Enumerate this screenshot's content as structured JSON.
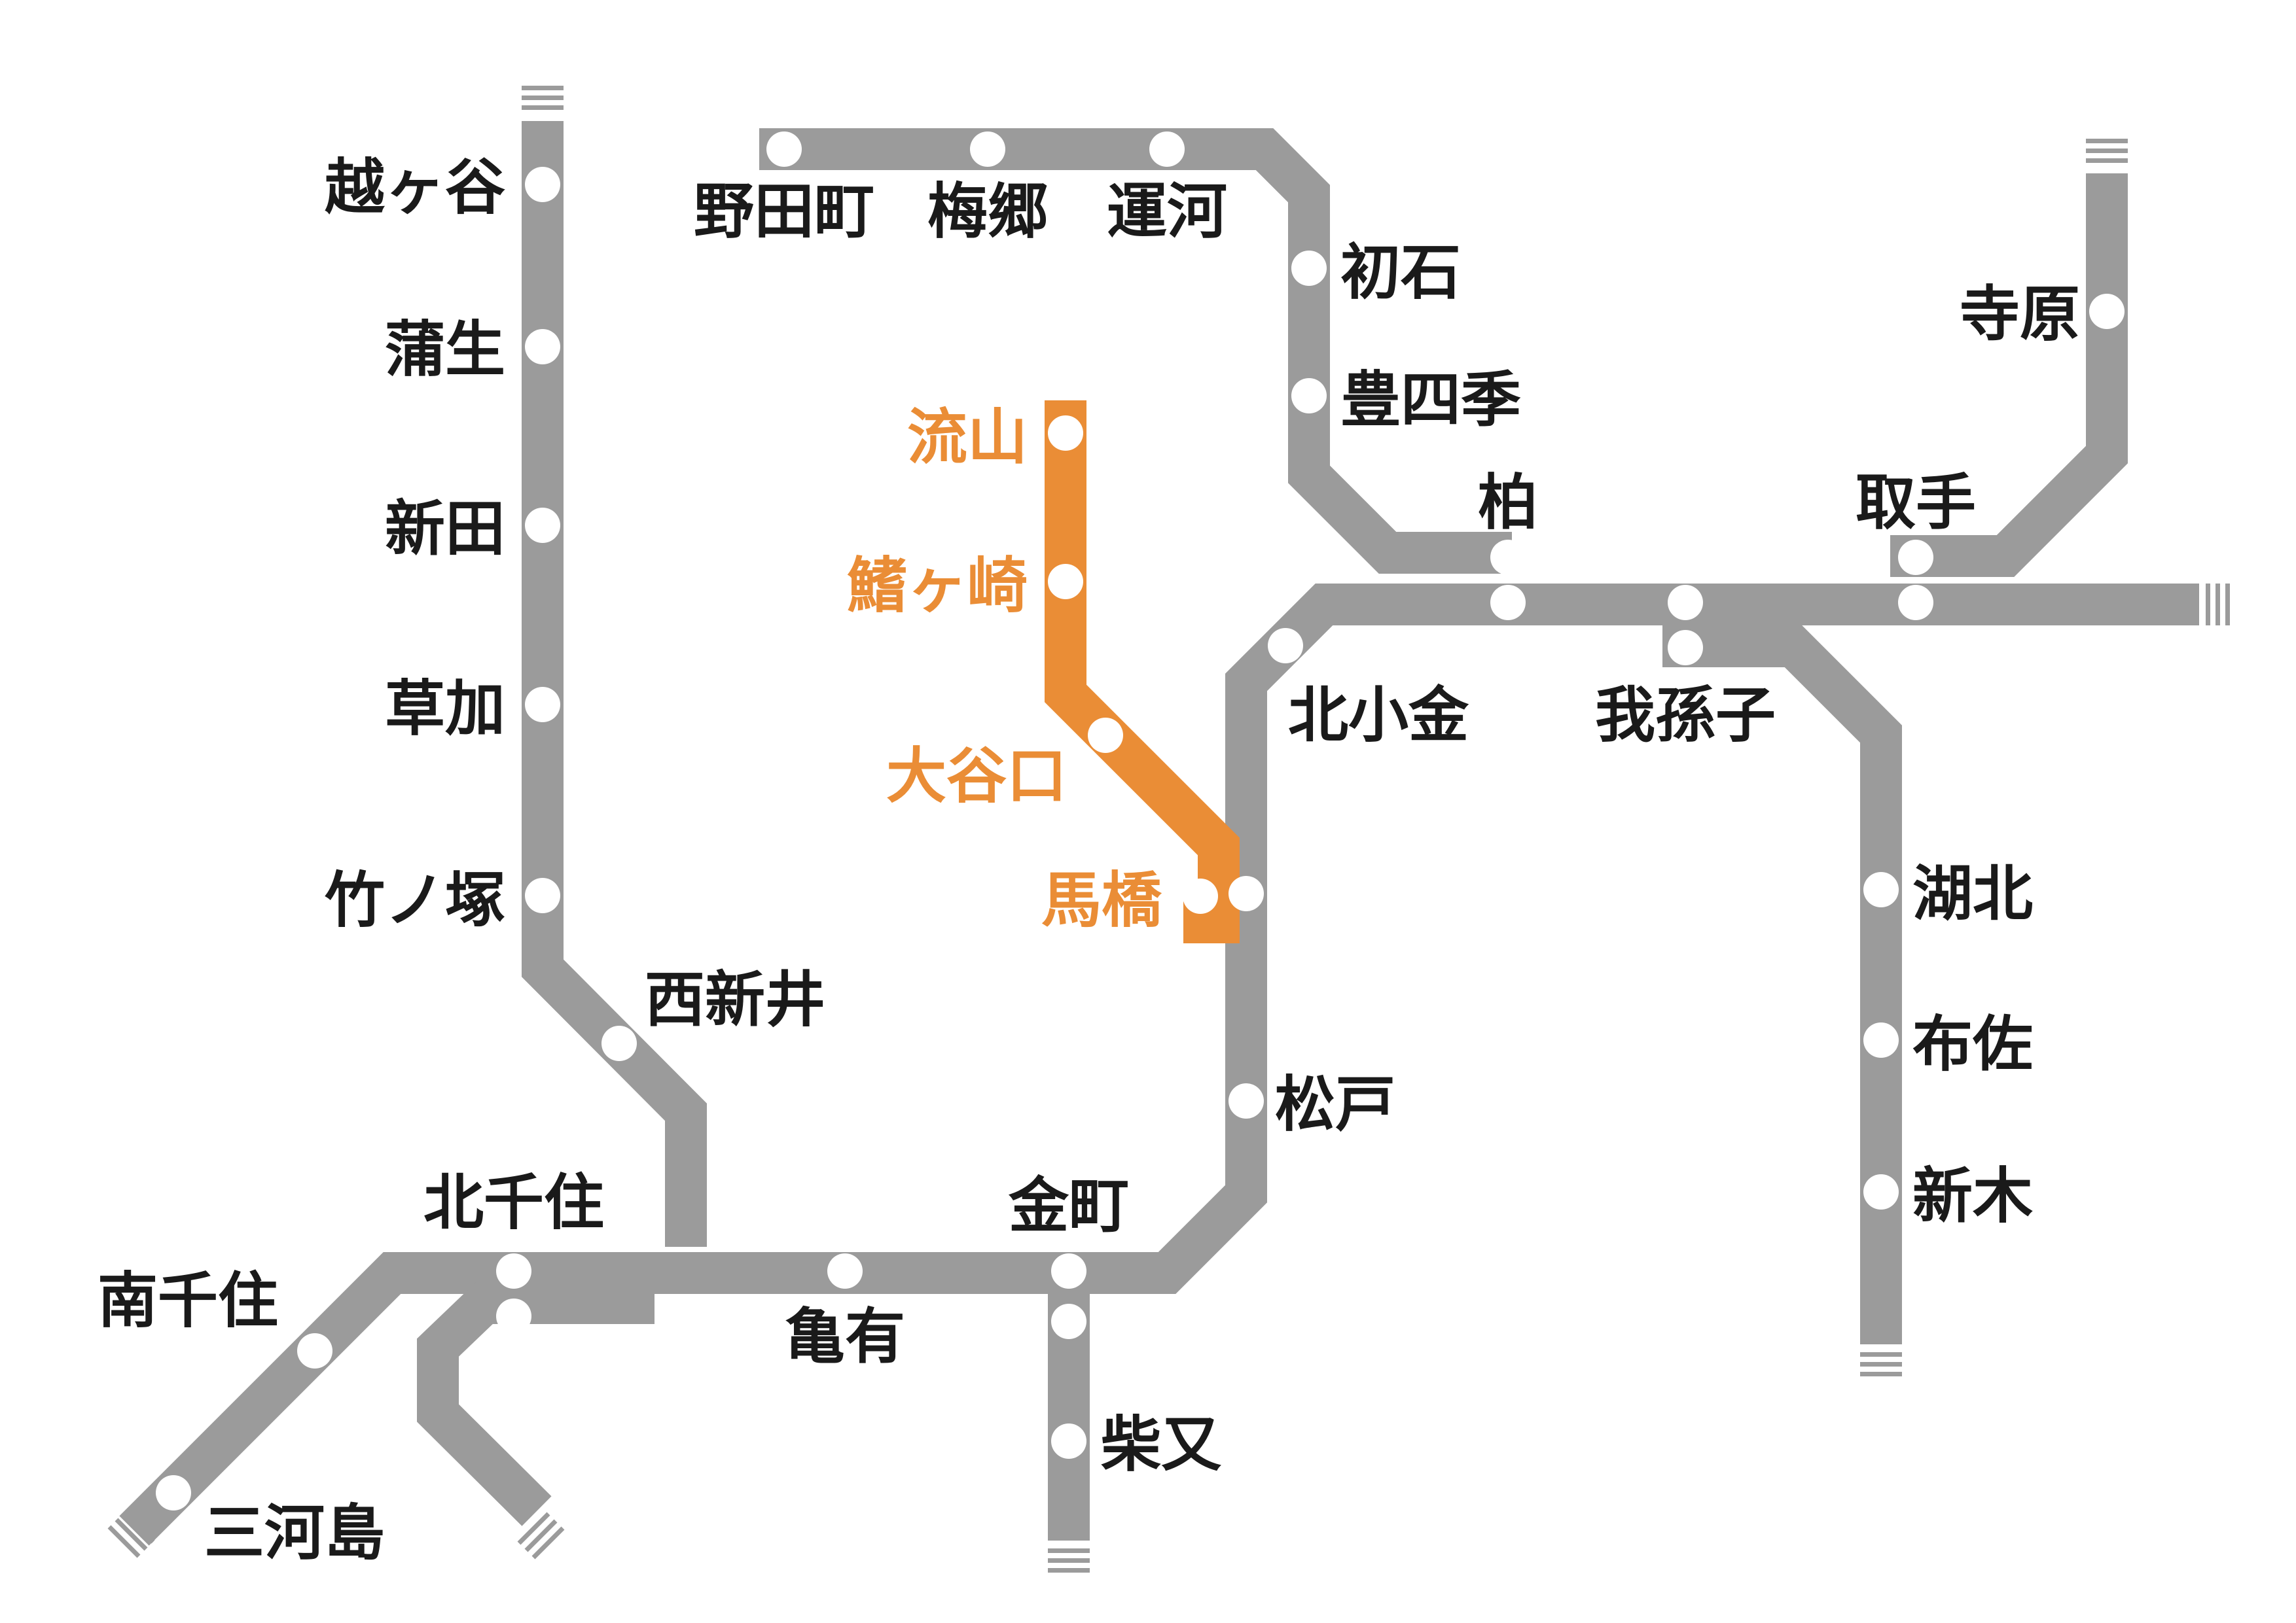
{
  "colors": {
    "background": "#ffffff",
    "line_gray": "#9b9b9b",
    "highlight_line": "#ea8d36",
    "station_dot": "#ffffff",
    "label_text": "#1a1a1a",
    "highlight_text": "#ea8d36"
  },
  "highlight_line": {
    "stations": [
      "流山",
      "鰭ヶ崎",
      "大谷口",
      "馬橋"
    ]
  },
  "stations": {
    "koshigaya": "越ヶ谷",
    "gamo": "蒲生",
    "shinden": "新田",
    "soka": "草加",
    "takenotsuka": "竹ノ塚",
    "nishiarai": "西新井",
    "kitasenju": "北千住",
    "minamisenju": "南千住",
    "mikawashima": "三河島",
    "kameari": "亀有",
    "kanamachi": "金町",
    "shibamata": "柴又",
    "matsudo": "松戸",
    "kitakogane": "北小金",
    "abiko": "我孫子",
    "kashiwa": "柏",
    "toride": "取手",
    "terahara": "寺原",
    "kohoku": "湖北",
    "fusa": "布佐",
    "araki": "新木",
    "nodamachi": "野田町",
    "umesato": "梅郷",
    "unga": "運河",
    "hatsuishi": "初石",
    "toyoshiki": "豊四季",
    "nagareyama": "流山",
    "hirogasaki": "鰭ヶ崎",
    "oyaguchi": "大谷口",
    "mabashi": "馬橋"
  }
}
